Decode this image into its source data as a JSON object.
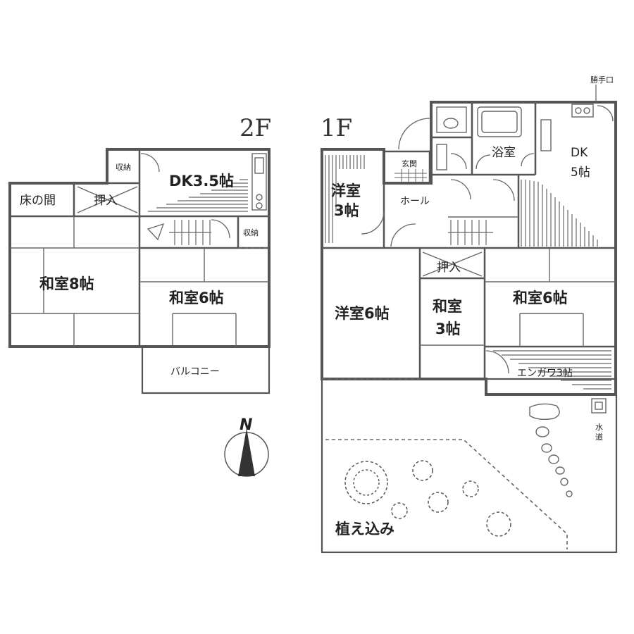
{
  "floors": {
    "second": "2F",
    "first": "1F"
  },
  "second_floor": {
    "closet_top": "収納",
    "dk": "DK3.5帖",
    "tokonoma": "床の間",
    "oshiire": "押入",
    "closet_side": "収納",
    "washitsu_8": "和室8帖",
    "washitsu_6": "和室6帖",
    "balcony": "バルコニー"
  },
  "first_floor": {
    "katteguchi": "勝手口",
    "bath": "浴室",
    "dk_line1": "DK",
    "dk_line2": "5帖",
    "genkan": "玄関",
    "youshitsu3_line1": "洋室",
    "youshitsu3_line2": "3帖",
    "hall": "ホール",
    "oshiire": "押入",
    "youshitsu_6": "洋室6帖",
    "washitsu3_line1": "和室",
    "washitsu3_line2": "3帖",
    "washitsu_6": "和室6帖",
    "engawa": "エンガワ3帖",
    "suidou_line1": "水",
    "suidou_line2": "道",
    "garden": "植え込み"
  },
  "compass": {
    "label": "N"
  }
}
